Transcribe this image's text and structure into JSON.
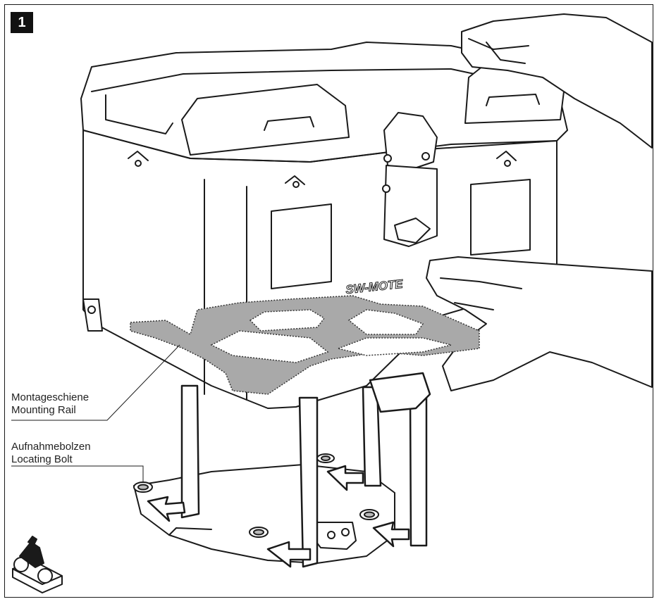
{
  "step": {
    "number": "1"
  },
  "callouts": {
    "rail": {
      "line1": "Montageschiene",
      "line2": "Mounting Rail"
    },
    "bolt": {
      "line1": "Aufnahmebolzen",
      "line2": "Locating Bolt"
    }
  },
  "case_brand_text": "SW-MOTE",
  "colors": {
    "outline": "#1a1a1a",
    "rail_fill": "#a9a9a9",
    "badge": "#111111"
  },
  "icons": {
    "vehicle": "motorcycle-platform-icon"
  }
}
